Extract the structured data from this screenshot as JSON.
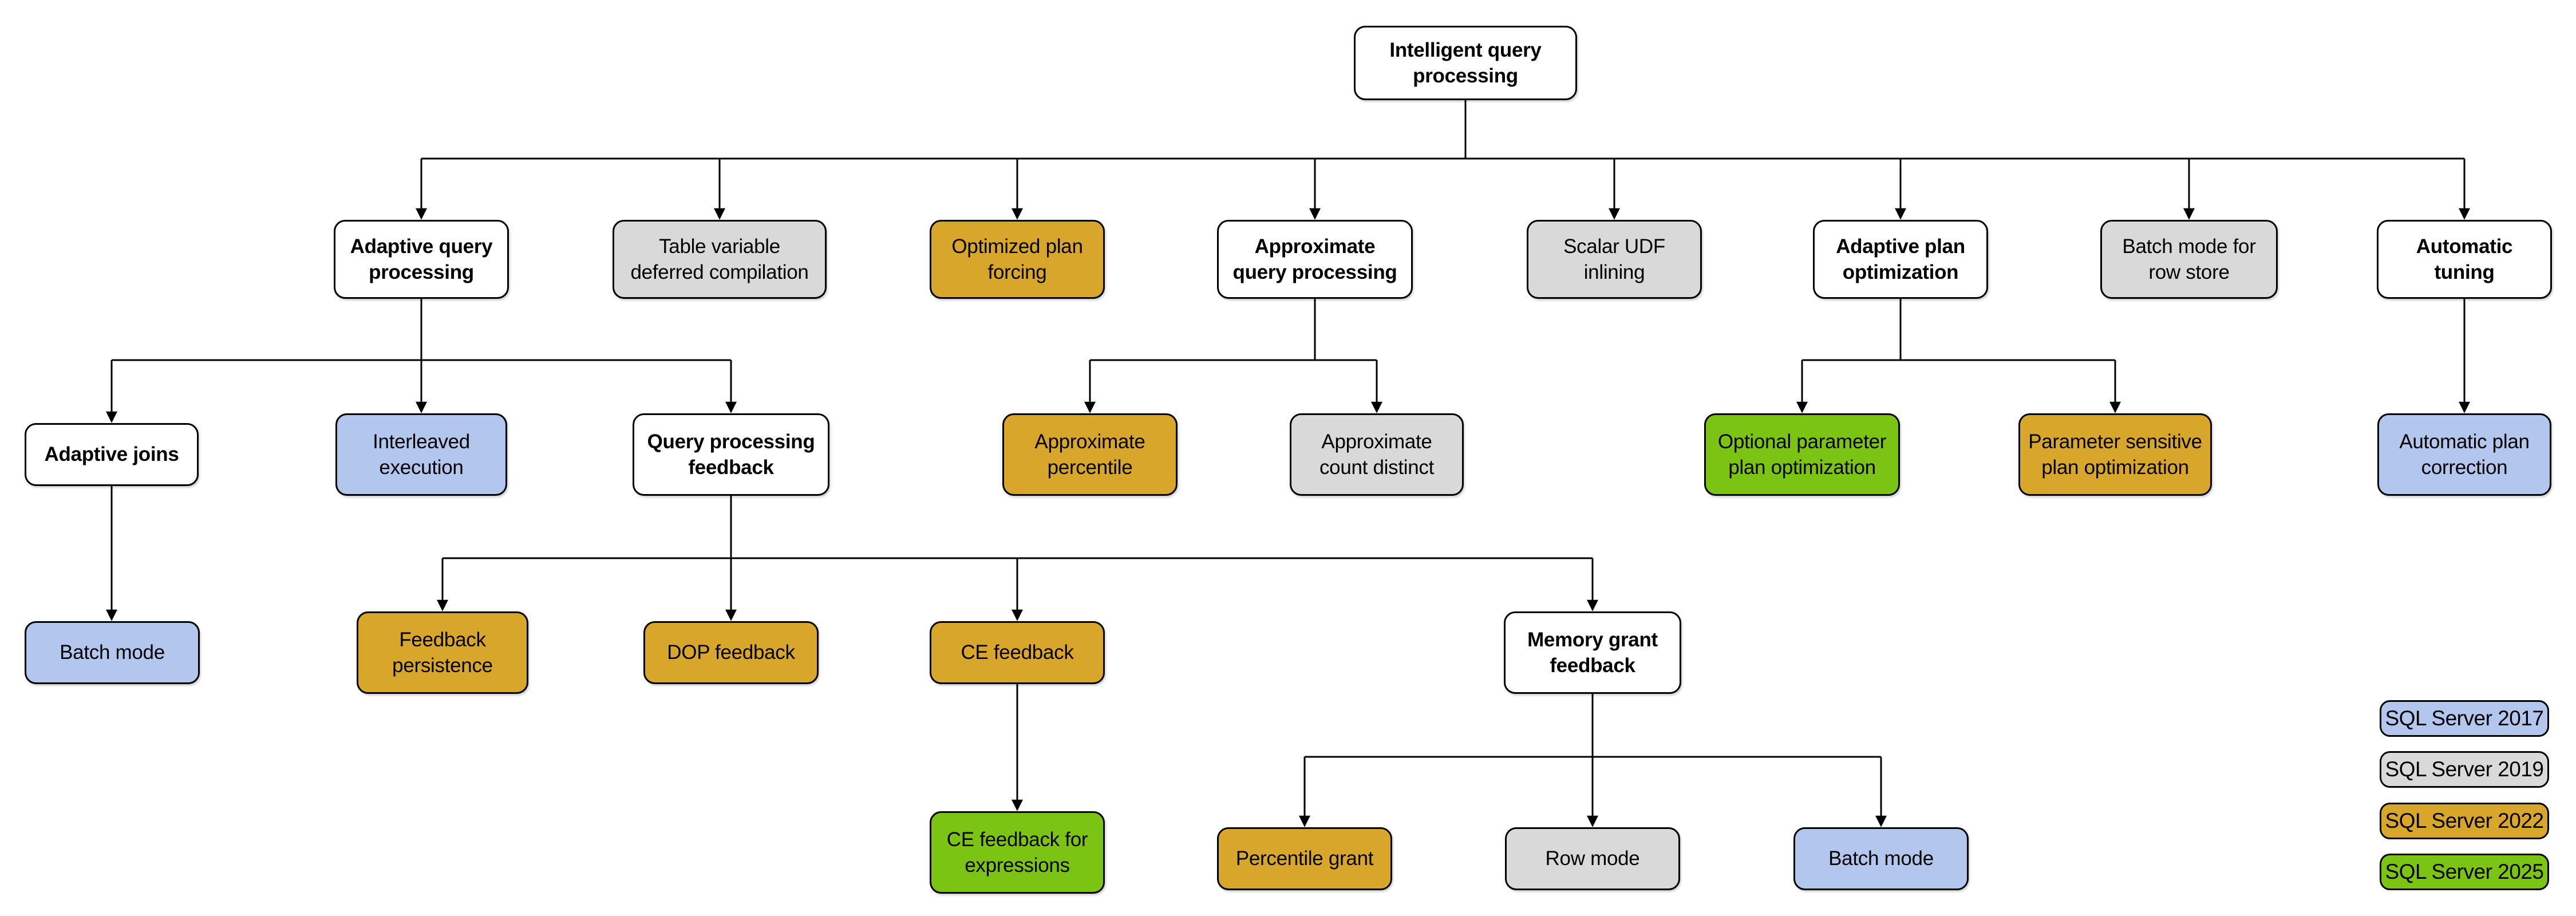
{
  "diagram_title": "Intelligent query processing",
  "palette": {
    "category_box": "#ffffff",
    "sql_server_2017": "#b3c6ee",
    "sql_server_2019": "#d9d9d9",
    "sql_server_2022": "#d9a62c",
    "sql_server_2025": "#7cc413",
    "line": "#000000"
  },
  "nodes": {
    "intelligent_query_processing": {
      "label": "Intelligent query processing",
      "version": null,
      "lines": [
        "Intelligent query",
        "processing"
      ]
    },
    "adaptive_query_processing": {
      "label": "Adaptive query processing",
      "version": null,
      "lines": [
        "Adaptive query",
        "processing"
      ]
    },
    "table_variable_deferred_compilation": {
      "label": "Table variable deferred compilation",
      "version": "SQL Server 2019",
      "lines": [
        "Table variable",
        "deferred compilation"
      ]
    },
    "optimized_plan_forcing": {
      "label": "Optimized plan forcing",
      "version": "SQL Server 2022",
      "lines": [
        "Optimized plan",
        "forcing"
      ]
    },
    "approximate_query_processing": {
      "label": "Approximate query processing",
      "version": null,
      "lines": [
        "Approximate",
        "query processing"
      ]
    },
    "scalar_udf_inlining": {
      "label": "Scalar UDF inlining",
      "version": "SQL Server 2019",
      "lines": [
        "Scalar UDF",
        "inlining"
      ]
    },
    "adaptive_plan_optimization": {
      "label": "Adaptive plan optimization",
      "version": null,
      "lines": [
        "Adaptive plan",
        "optimization"
      ]
    },
    "batch_mode_for_row_store": {
      "label": "Batch mode for row store",
      "version": "SQL Server 2019",
      "lines": [
        "Batch mode for",
        "row store"
      ]
    },
    "automatic_tuning": {
      "label": "Automatic tuning",
      "version": null,
      "lines": [
        "Automatic",
        "tuning"
      ]
    },
    "adaptive_joins": {
      "label": "Adaptive joins",
      "version": null,
      "lines": [
        "Adaptive joins"
      ]
    },
    "interleaved_execution": {
      "label": "Interleaved execution",
      "version": "SQL Server 2017",
      "lines": [
        "Interleaved",
        "execution"
      ]
    },
    "query_processing_feedback": {
      "label": "Query processing feedback",
      "version": null,
      "lines": [
        "Query processing",
        "feedback"
      ]
    },
    "approximate_percentile": {
      "label": "Approximate percentile",
      "version": "SQL Server 2022",
      "lines": [
        "Approximate",
        "percentile"
      ]
    },
    "approximate_count_distinct": {
      "label": "Approximate count distinct",
      "version": "SQL Server 2019",
      "lines": [
        "Approximate",
        "count distinct"
      ]
    },
    "optional_parameter_plan_optimization": {
      "label": "Optional parameter plan optimization",
      "version": "SQL Server 2025",
      "lines": [
        "Optional parameter",
        "plan optimization"
      ]
    },
    "parameter_sensitive_plan_optimization": {
      "label": "Parameter sensitive plan optimization",
      "version": "SQL Server 2022",
      "lines": [
        "Parameter sensitive",
        "plan optimization"
      ]
    },
    "automatic_plan_correction": {
      "label": "Automatic plan correction",
      "version": "SQL Server 2017",
      "lines": [
        "Automatic plan",
        "correction"
      ]
    },
    "batch_mode_adaptive_joins": {
      "label": "Batch mode",
      "version": "SQL Server 2017",
      "lines": [
        "Batch mode"
      ]
    },
    "feedback_persistence": {
      "label": "Feedback persistence",
      "version": "SQL Server 2022",
      "lines": [
        "Feedback",
        "persistence"
      ]
    },
    "dop_feedback": {
      "label": "DOP feedback",
      "version": "SQL Server 2022",
      "lines": [
        "DOP feedback"
      ]
    },
    "ce_feedback": {
      "label": "CE feedback",
      "version": "SQL Server 2022",
      "lines": [
        "CE feedback"
      ]
    },
    "memory_grant_feedback": {
      "label": "Memory grant feedback",
      "version": null,
      "lines": [
        "Memory grant",
        "feedback"
      ]
    },
    "ce_feedback_for_expressions": {
      "label": "CE feedback for expressions",
      "version": "SQL Server 2025",
      "lines": [
        "CE feedback for",
        "expressions"
      ]
    },
    "percentile_grant": {
      "label": "Percentile grant",
      "version": "SQL Server 2022",
      "lines": [
        "Percentile grant"
      ]
    },
    "row_mode": {
      "label": "Row mode",
      "version": "SQL Server 2019",
      "lines": [
        "Row mode"
      ]
    },
    "batch_mode_memory_grant": {
      "label": "Batch mode",
      "version": "SQL Server 2017",
      "lines": [
        "Batch mode"
      ]
    }
  },
  "edges": [
    {
      "from": "intelligent_query_processing",
      "to": "adaptive_query_processing"
    },
    {
      "from": "intelligent_query_processing",
      "to": "table_variable_deferred_compilation"
    },
    {
      "from": "intelligent_query_processing",
      "to": "optimized_plan_forcing"
    },
    {
      "from": "intelligent_query_processing",
      "to": "approximate_query_processing"
    },
    {
      "from": "intelligent_query_processing",
      "to": "scalar_udf_inlining"
    },
    {
      "from": "intelligent_query_processing",
      "to": "adaptive_plan_optimization"
    },
    {
      "from": "intelligent_query_processing",
      "to": "batch_mode_for_row_store"
    },
    {
      "from": "intelligent_query_processing",
      "to": "automatic_tuning"
    },
    {
      "from": "adaptive_query_processing",
      "to": "adaptive_joins"
    },
    {
      "from": "adaptive_query_processing",
      "to": "interleaved_execution"
    },
    {
      "from": "adaptive_query_processing",
      "to": "query_processing_feedback"
    },
    {
      "from": "approximate_query_processing",
      "to": "approximate_percentile"
    },
    {
      "from": "approximate_query_processing",
      "to": "approximate_count_distinct"
    },
    {
      "from": "adaptive_plan_optimization",
      "to": "optional_parameter_plan_optimization"
    },
    {
      "from": "adaptive_plan_optimization",
      "to": "parameter_sensitive_plan_optimization"
    },
    {
      "from": "automatic_tuning",
      "to": "automatic_plan_correction"
    },
    {
      "from": "adaptive_joins",
      "to": "batch_mode_adaptive_joins"
    },
    {
      "from": "query_processing_feedback",
      "to": "feedback_persistence"
    },
    {
      "from": "query_processing_feedback",
      "to": "dop_feedback"
    },
    {
      "from": "query_processing_feedback",
      "to": "ce_feedback"
    },
    {
      "from": "query_processing_feedback",
      "to": "memory_grant_feedback"
    },
    {
      "from": "ce_feedback",
      "to": "ce_feedback_for_expressions"
    },
    {
      "from": "memory_grant_feedback",
      "to": "percentile_grant"
    },
    {
      "from": "memory_grant_feedback",
      "to": "row_mode"
    },
    {
      "from": "memory_grant_feedback",
      "to": "batch_mode_memory_grant"
    }
  ],
  "legend": {
    "items": [
      {
        "label": "SQL Server 2017",
        "color": "#b3c6ee"
      },
      {
        "label": "SQL Server 2019",
        "color": "#d9d9d9"
      },
      {
        "label": "SQL Server 2022",
        "color": "#d9a62c"
      },
      {
        "label": "SQL Server 2025",
        "color": "#7cc413"
      }
    ]
  }
}
